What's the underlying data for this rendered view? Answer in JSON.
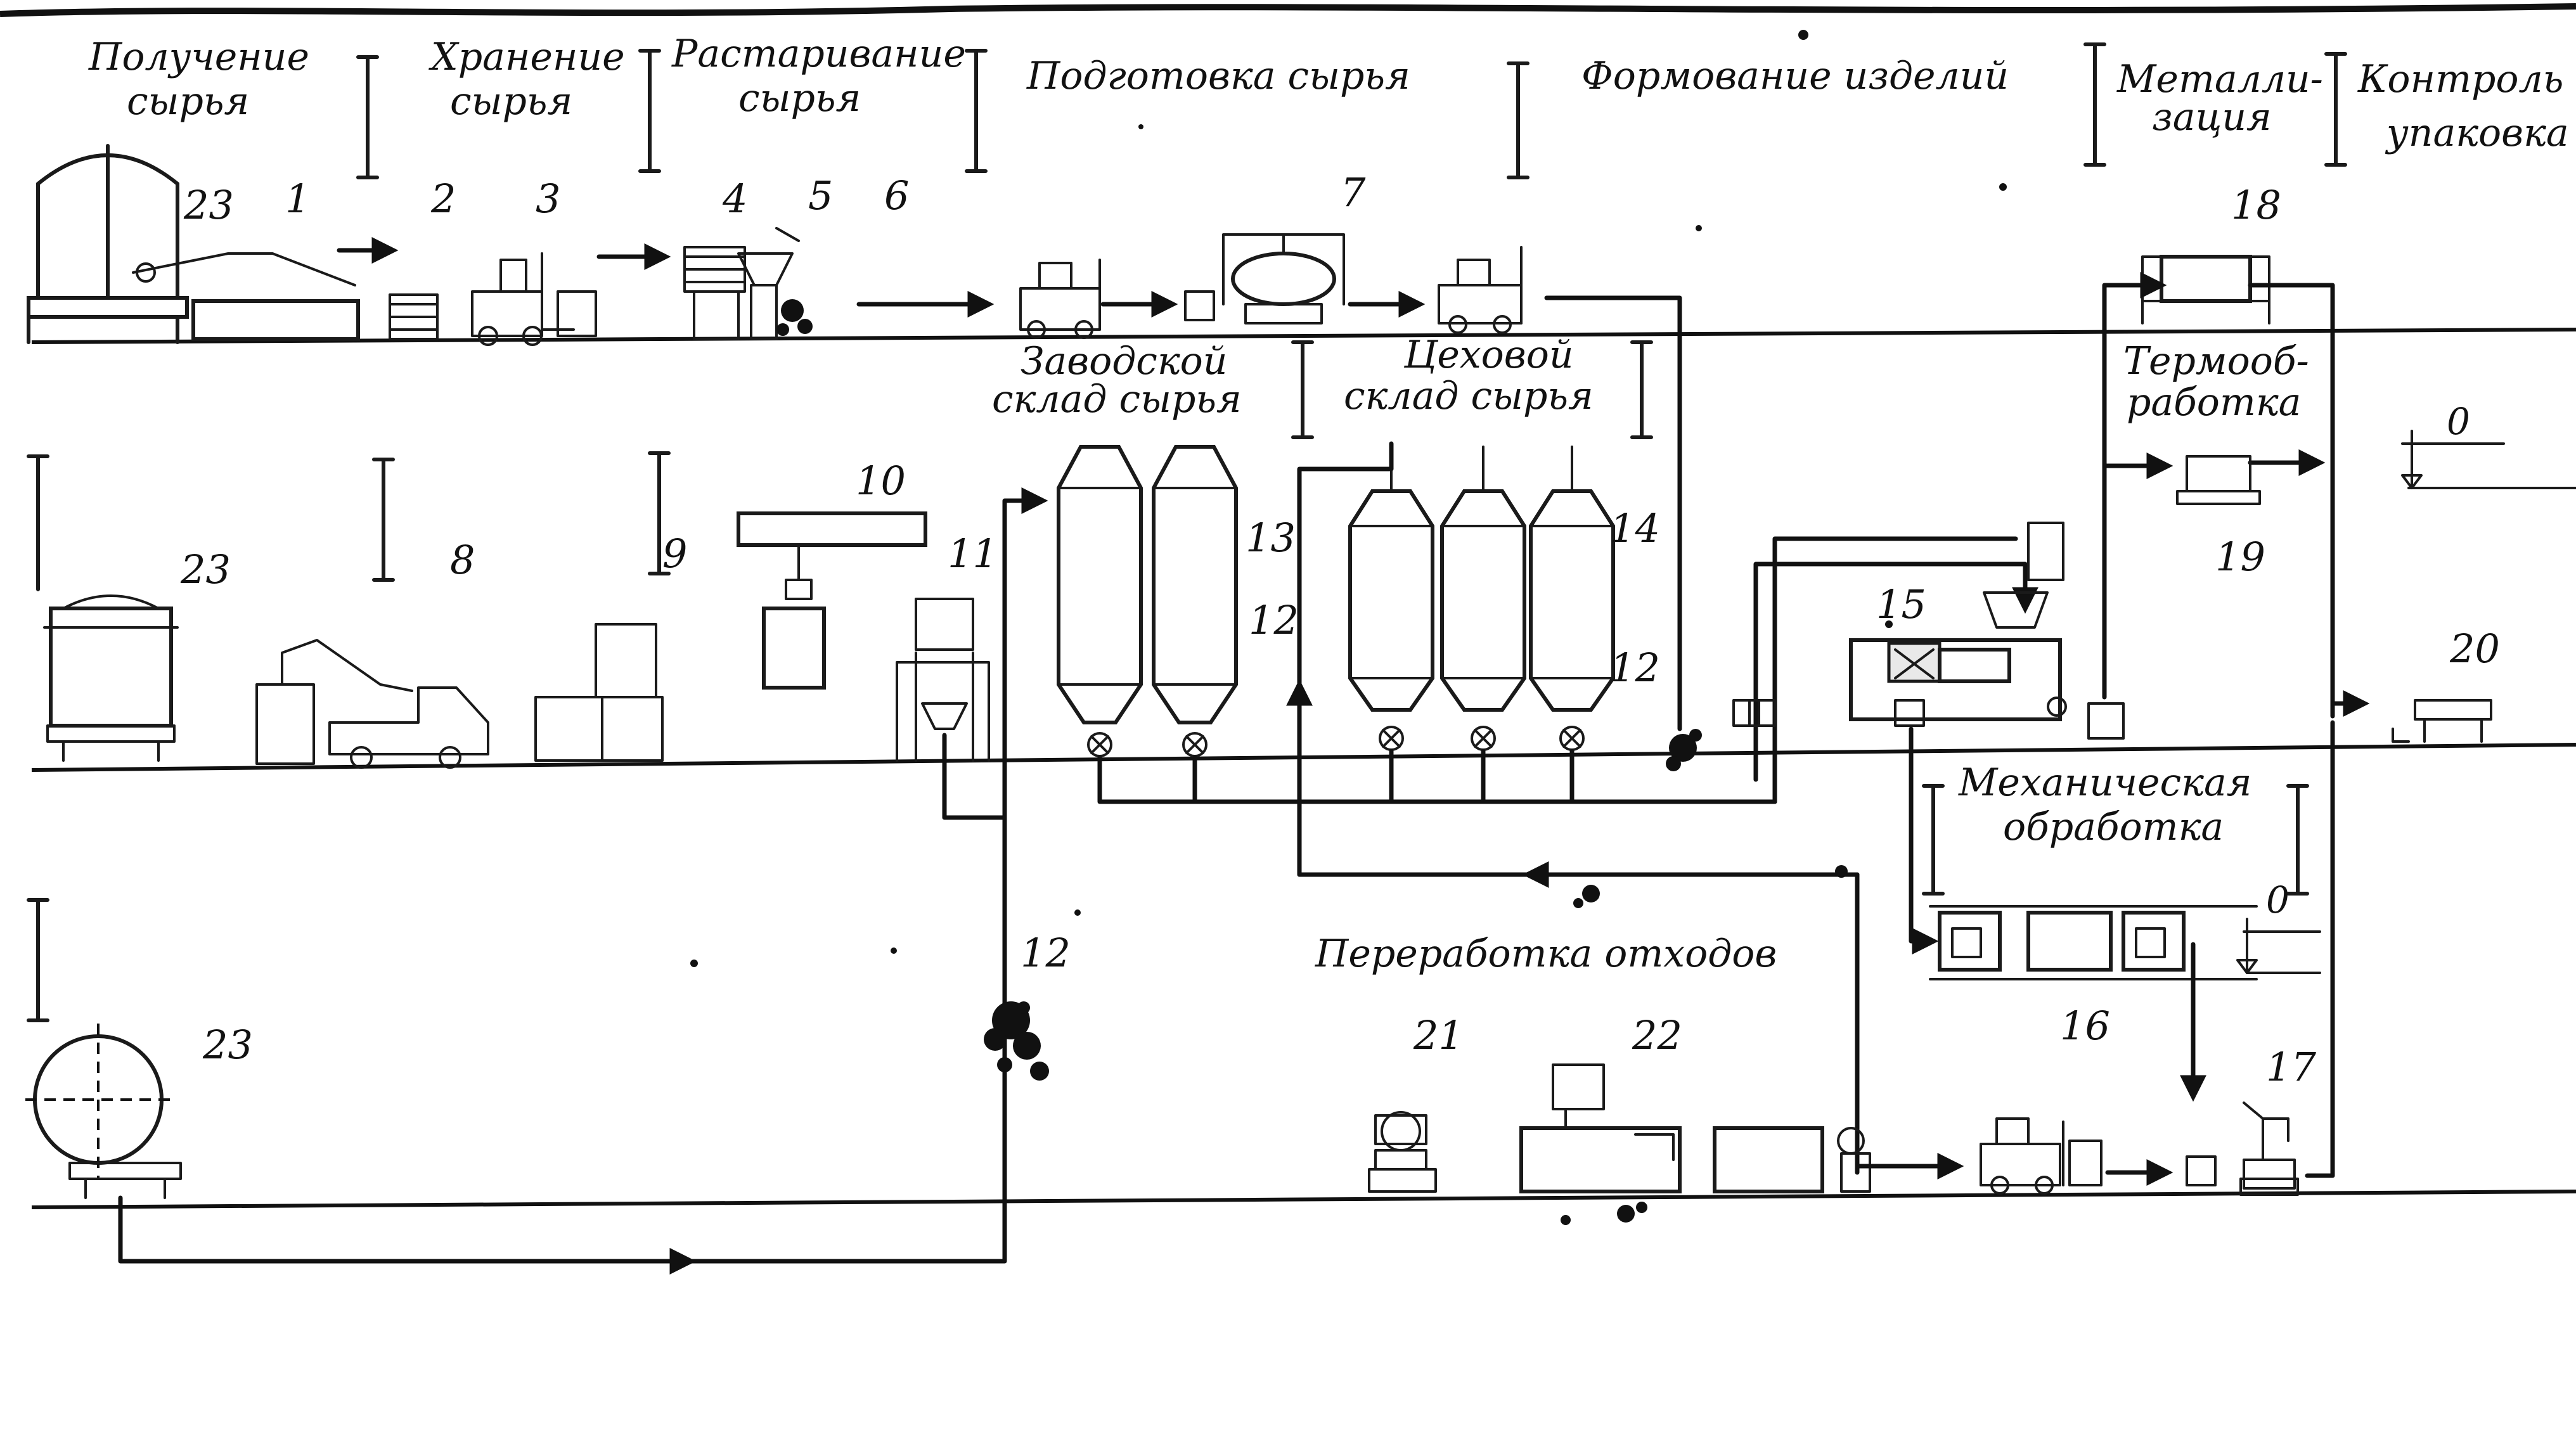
{
  "sections_top": [
    {
      "id": "receiving",
      "lines": [
        "Получение",
        "сырья"
      ]
    },
    {
      "id": "storage",
      "lines": [
        "Хранение",
        "сырья"
      ]
    },
    {
      "id": "unpacking",
      "lines": [
        "Растаривание",
        "сырья"
      ]
    },
    {
      "id": "preparation",
      "lines": [
        "Подготовка сырья"
      ]
    },
    {
      "id": "forming",
      "lines": [
        "Формование изделий"
      ]
    },
    {
      "id": "metallization",
      "lines": [
        "Металли-",
        "зация"
      ]
    },
    {
      "id": "control",
      "lines": [
        "Контроль и",
        "упаковка"
      ]
    }
  ],
  "sections_mid": [
    {
      "id": "factory-warehouse",
      "lines": [
        "Заводской",
        "склад сырья"
      ]
    },
    {
      "id": "shop-warehouse",
      "lines": [
        "Цеховой",
        "склад сырья"
      ]
    },
    {
      "id": "heat-treatment",
      "lines": [
        "Термооб-",
        "работка"
      ]
    },
    {
      "id": "mechanical",
      "lines": [
        "Механическая",
        "обработка"
      ]
    },
    {
      "id": "waste",
      "lines": [
        "Переработка отходов"
      ]
    }
  ],
  "equipment_numbers": [
    "1",
    "2",
    "3",
    "4",
    "5",
    "6",
    "7",
    "8",
    "9",
    "10",
    "11",
    "12",
    "13",
    "14",
    "15",
    "16",
    "17",
    "18",
    "19",
    "20",
    "21",
    "22",
    "23"
  ],
  "pipeline_label": "12",
  "receiving_label": "23",
  "level_marks": [
    "0",
    "0"
  ]
}
